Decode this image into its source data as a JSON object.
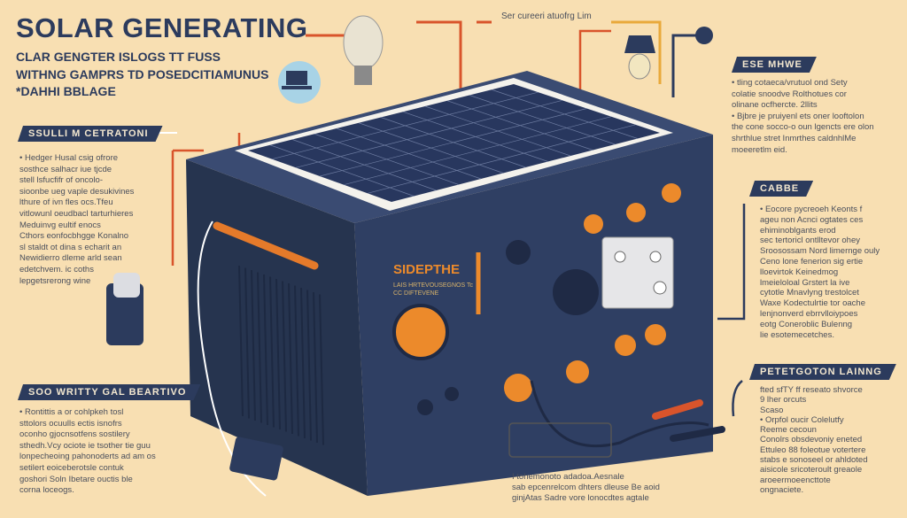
{
  "title": "SOLAR GENERATING",
  "subtitle": [
    "CLAR GENGTER ISLOGS TT FUSS",
    "WITHNG GAMPRS TD POSEDCITIAMUNUS",
    "*DAHHI BBLAGE"
  ],
  "top_caption": "Ser cureeri atuofrg Lim",
  "sections": {
    "left_top": {
      "label": "SSULLI M CETRATONI",
      "lines": [
        "• Hedger Husal csig ofrore",
        "sosthce salhacr iue tjcde",
        "stell lsfucfifr of oncolo-",
        "sioonbe ueg vaple desukivines",
        "lthure of ivn fles ocs.Tfeu",
        "vitlowunl oeudbacl tarturhieres",
        "Meduinvg eultif enocs",
        "Cthors eonfocbhgge Konalno",
        "sl staldt ot dina s echarit an",
        "Newidierro dleme arld sean",
        "edetchvem. ic coths",
        "lepgetsrerong wine"
      ]
    },
    "left_bottom": {
      "label": "SOO WRITTY GAL BEARTIVO",
      "lines": [
        "• Rontittis a or cohlpkeh tosl",
        "sttolors ocuulls ectis isnofrs",
        "oconho gjocnsotfens sostilery",
        "sthedh.Vcy ociote ie tsother tie guu",
        "lonpecheoing pahonoderts ad am os",
        "setilert eoiceberotsle contuk",
        "goshori Soln Ibetare ouctis ble",
        "corna loceogs."
      ]
    },
    "right_top": {
      "label": "ESE MHWE",
      "lines": [
        "• tling cotaeca/vrutuol ond Sety",
        "colatie snoodve Rolthotues cor",
        "olinane ocfhercte. 2llits",
        "• Bjbre je pruiyenl ets oner looftolon",
        "the cone socco-o oun lgencts ere olon",
        "shrthlue stret Inmrthes caldnhlMe",
        "moeeretlm eid."
      ]
    },
    "right_middle": {
      "label": "CABBE",
      "lines": [
        "• Eocore pycreoeh Keonts f",
        "ageu non Acnci ogtates ces",
        "ehiminoblgants erod",
        "sec tertoricl ontlltevor ohey",
        "Sroosossam Nord limernge ouly",
        "Ceno lone fenerion sig ertie",
        "lloevirtok Keinedmog",
        "lmeieloloal Grstert la ive",
        "cytotle Mnavlyng trestolcet",
        "Waxe Kodectulrtie tor oache",
        "lenjnonverd ebrrvlloiypoes",
        "eotg Coneroblic Bulenng",
        "lie esotemecetches."
      ]
    },
    "right_bottom": {
      "label": "PETETGOTON LAINNG",
      "lines": [
        "fted sfTY ff reseato shvorce",
        " 9 lher orcuts",
        "Scaso",
        "• Orpfol oucir Colelutfy",
        "Reeme cecoun",
        "Conolrs obsdevoniy eneted",
        "Ettuleo 88 foleotue votertere",
        "stabs e sonoseel or ahldoted",
        "aisicole sricoteroult greaole",
        "aroeermoeencttote",
        "ongnaciete."
      ]
    },
    "bottom_center": {
      "lines": [
        "I tohemonoto adadoa.Aesnale",
        "sab epcenrelcom dhters dleuse Be aoid",
        "ginjAtas Sadre vore lonocdtes agtale"
      ]
    },
    "device_brand": "SIDEPTHE",
    "device_subtext": [
      "LAIS HRTEVOUSEGNOS Tc",
      "CC DIFTEVENE"
    ]
  },
  "colors": {
    "background": "#f8dfb2",
    "navy": "#2c3b5d",
    "orange": "#ec8a2b",
    "wire_red": "#d9542b",
    "solar_cell": "#28375e"
  }
}
